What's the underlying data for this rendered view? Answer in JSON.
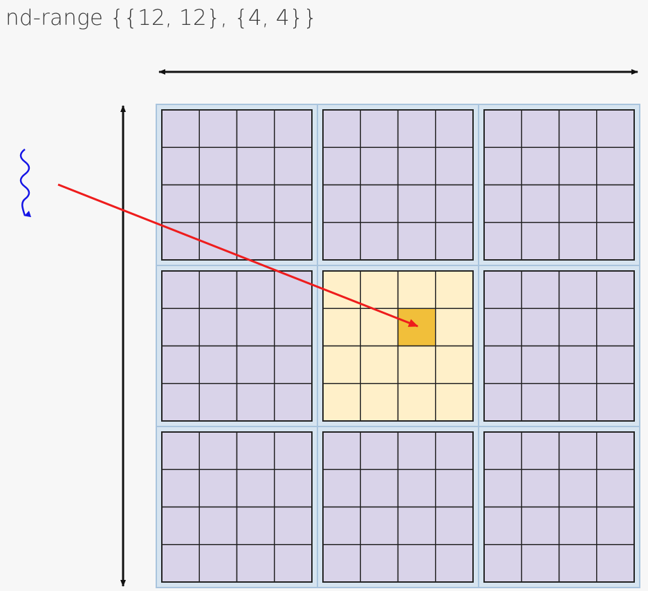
{
  "title": "nd-range {{12, 12}, {4, 4}}",
  "global_range": [
    12,
    12
  ],
  "work_group_size": [
    4,
    4
  ],
  "highlight": {
    "work_group": [
      1,
      1
    ],
    "work_item_in_group": [
      2,
      1
    ]
  },
  "colors": {
    "background": "#f7f7f7",
    "group_border": "#a9c4dd",
    "group_fill": "#d6e4f0",
    "item_fill": "#d9d3e9",
    "grid_line": "#222222",
    "highlight_group_fill": "#fff0c9",
    "highlight_item_fill": "#f1bf3a",
    "pointer_arrow": "#ee1c1c",
    "work_item_squiggle": "#1515e6",
    "dimension_arrow": "#111111"
  },
  "icons": {
    "work_item_marker": "wavy-arrow-icon",
    "pointer": "red-arrow-icon"
  }
}
